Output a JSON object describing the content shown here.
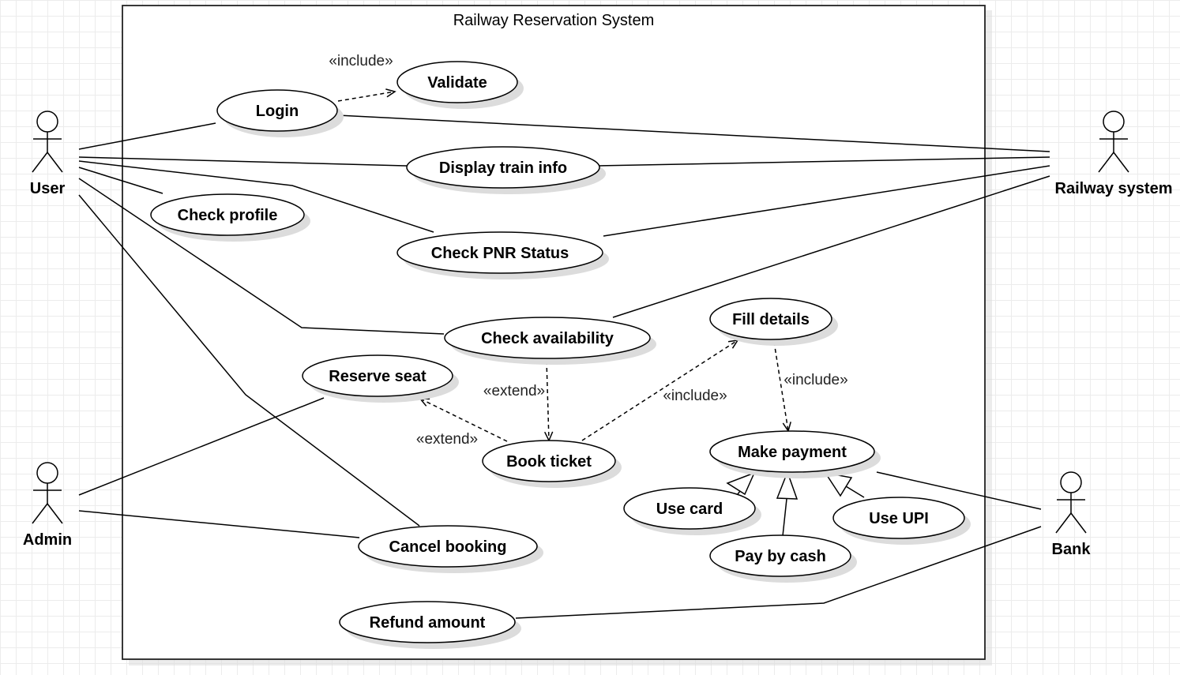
{
  "system": {
    "title": "Railway Reservation System"
  },
  "actors": {
    "user": "User",
    "railway": "Railway system",
    "admin": "Admin",
    "bank": "Bank"
  },
  "usecases": {
    "validate": "Validate",
    "login": "Login",
    "display_train_info": "Display train info",
    "check_profile": "Check profile",
    "check_pnr": "Check PNR Status",
    "fill_details": "Fill details",
    "check_availability": "Check availability",
    "reserve_seat": "Reserve seat",
    "book_ticket": "Book ticket",
    "make_payment": "Make payment",
    "use_card": "Use card",
    "use_upi": "Use UPI",
    "pay_by_cash": "Pay by cash",
    "cancel_booking": "Cancel booking",
    "refund_amount": "Refund amount"
  },
  "stereotypes": {
    "login_validate": "«include»",
    "availability_book": "«extend»",
    "book_reserve": "«extend»",
    "book_fill": "«include»",
    "fill_payment": "«include»"
  }
}
